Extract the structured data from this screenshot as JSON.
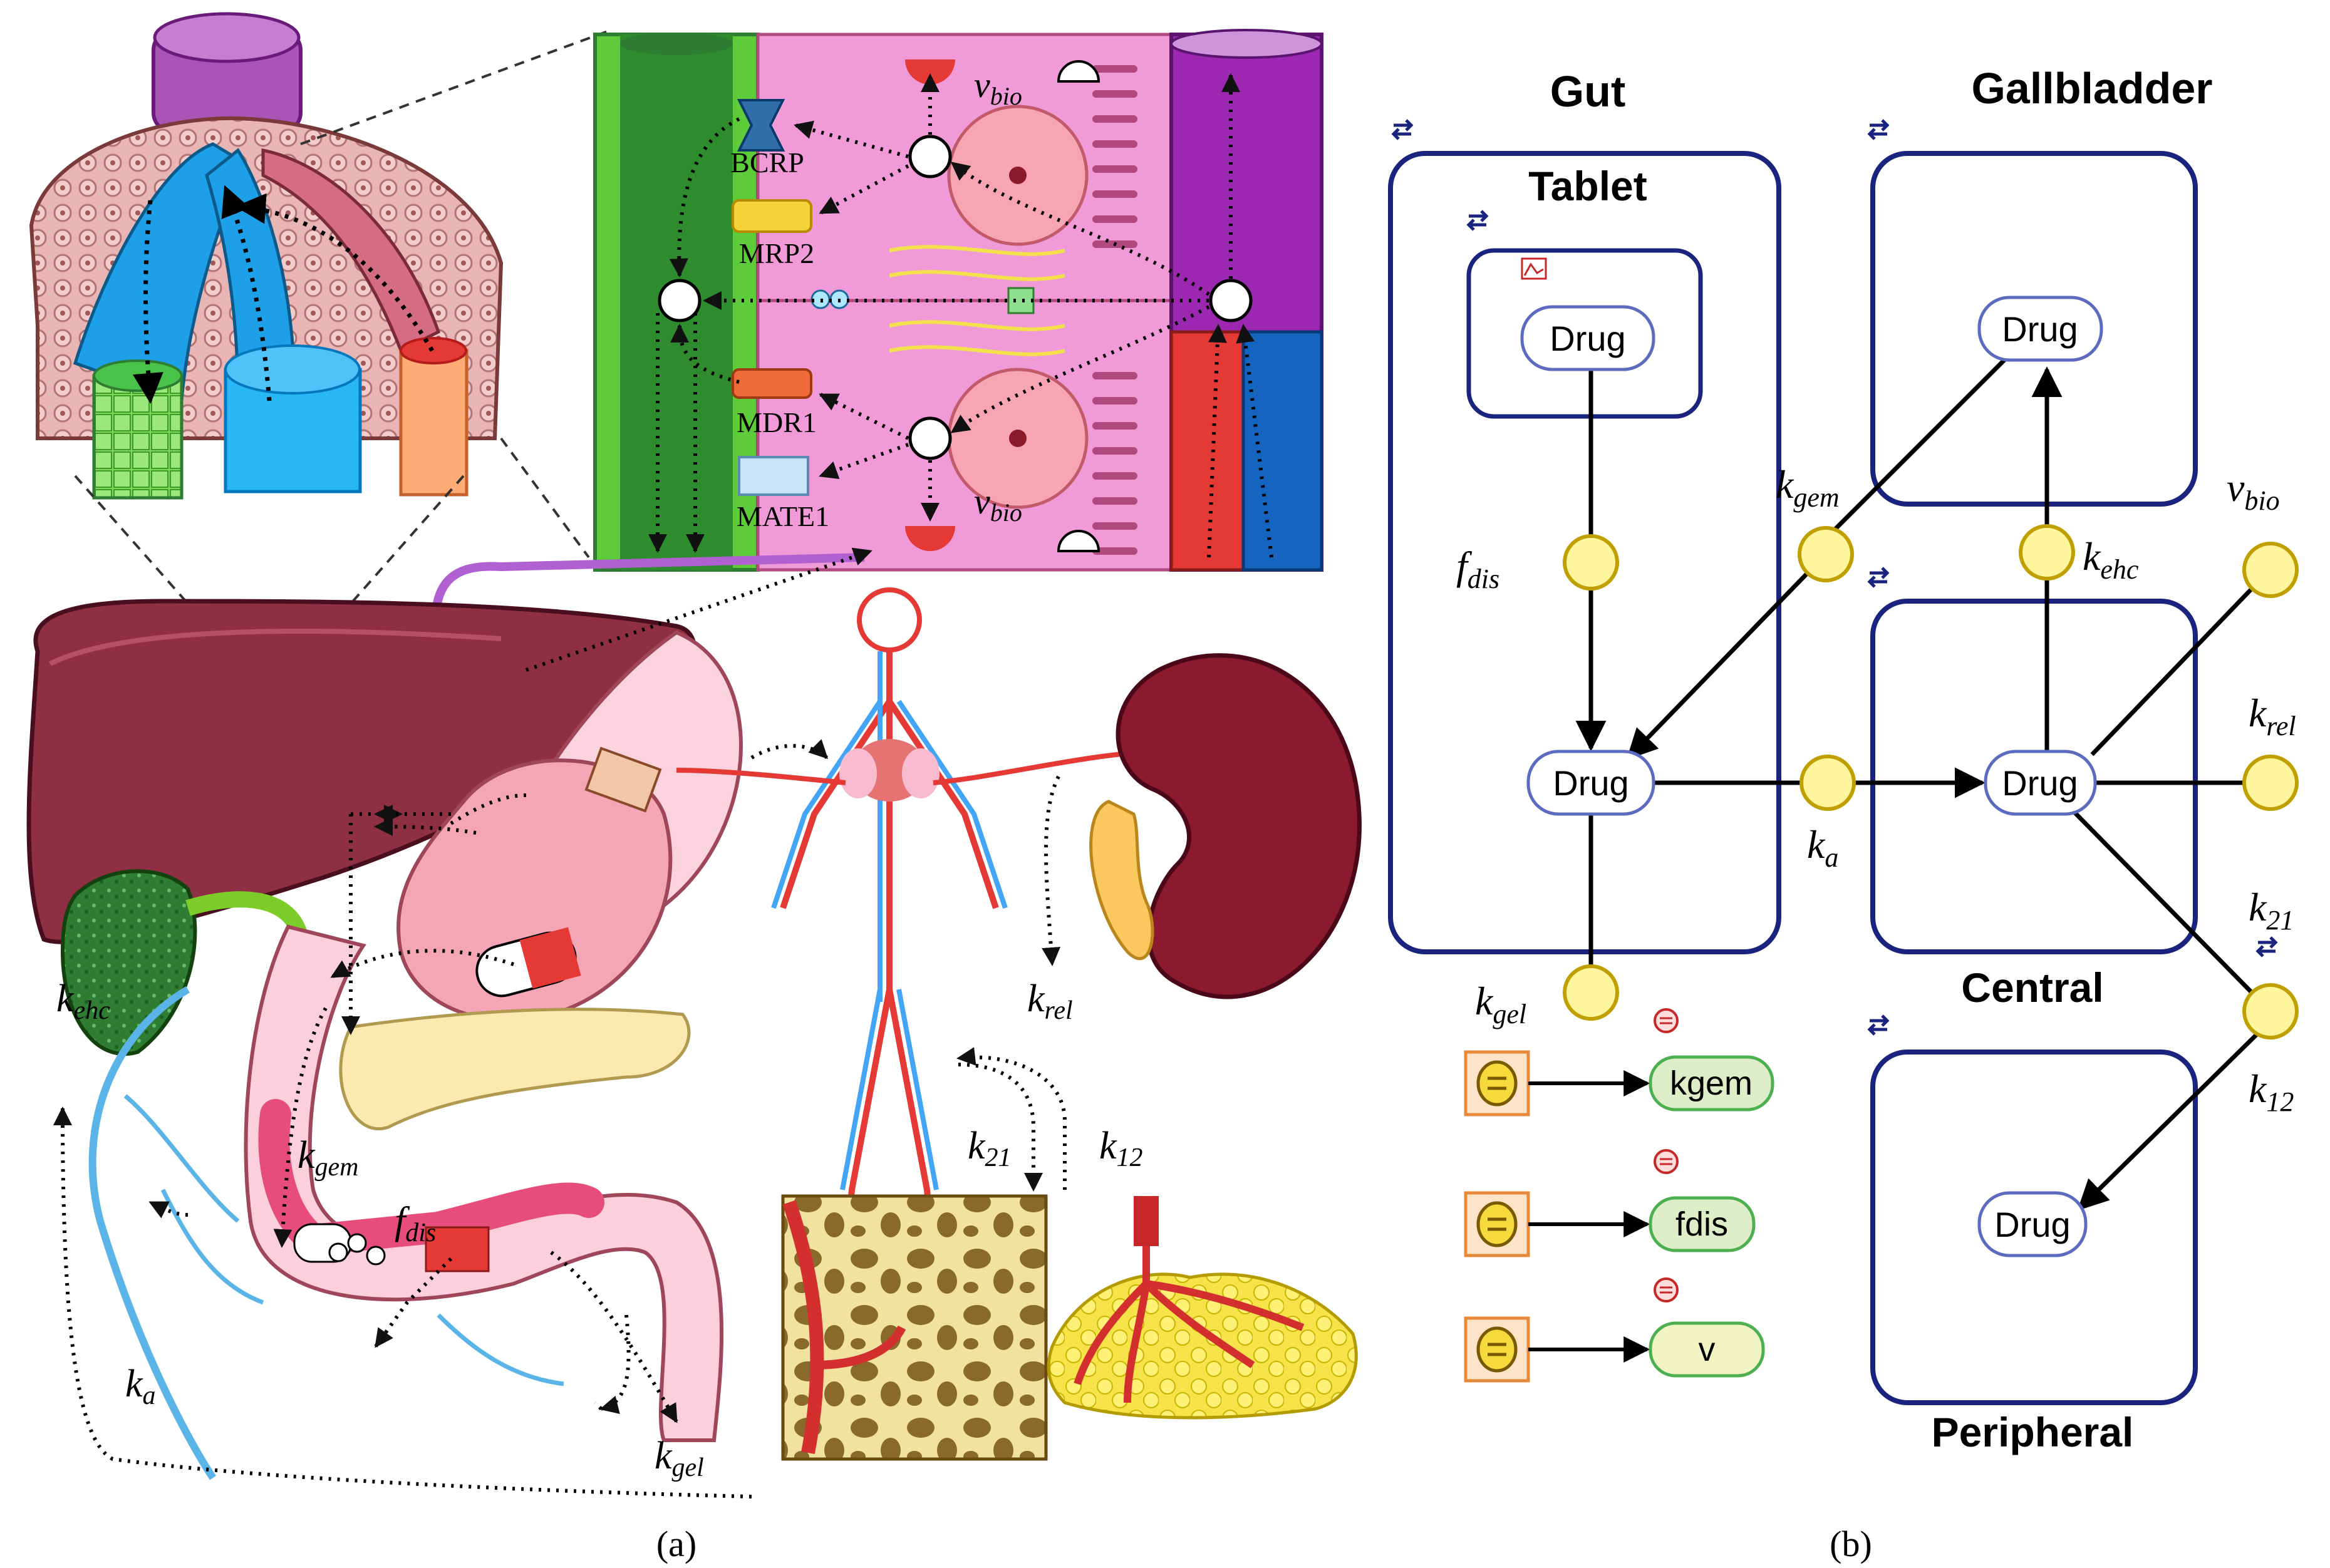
{
  "panel_a": {
    "caption": "(a)",
    "transporters": {
      "bcrp": "BCRP",
      "mrp2": "MRP2",
      "mdr1": "MDR1",
      "mate1": "MATE1"
    },
    "labels": {
      "v_bio": "v",
      "v_bio_sub": "bio",
      "k_ehc": "k",
      "k_ehc_sub": "ehc",
      "k_gem": "k",
      "k_gem_sub": "gem",
      "f_dis": "f",
      "f_dis_sub": "dis",
      "k_a": "k",
      "k_a_sub": "a",
      "k_gel": "k",
      "k_gel_sub": "gel",
      "k_rel": "k",
      "k_rel_sub": "rel",
      "k_21": "k",
      "k_21_sub": "21",
      "k_12": "k",
      "k_12_sub": "12"
    }
  },
  "panel_b": {
    "caption": "(b)",
    "compartments": {
      "gut": "Gut",
      "tablet": "Tablet",
      "gallbladder": "Gallbladder",
      "central": "Central",
      "peripheral": "Peripheral"
    },
    "species": {
      "tablet_drug": "Drug",
      "gut_drug": "Drug",
      "gallbladder_drug": "Drug",
      "central_drug": "Drug",
      "peripheral_drug": "Drug"
    },
    "params": {
      "f_dis": "f",
      "f_dis_sub": "dis",
      "k_gem": "k",
      "k_gem_sub": "gem",
      "k_ehc": "k",
      "k_ehc_sub": "ehc",
      "v_bio": "v",
      "v_bio_sub": "bio",
      "k_rel": "k",
      "k_rel_sub": "rel",
      "k_a": "k",
      "k_a_sub": "a",
      "k_21": "k",
      "k_21_sub": "21",
      "k_12": "k",
      "k_12_sub": "12",
      "k_gel": "k",
      "k_gel_sub": "gel"
    },
    "assignments": [
      "kgem",
      "fdis",
      "v"
    ],
    "colors": {
      "compartment_border": "#1a237e",
      "species_border": "#5c6bc0",
      "parameter_fill": "#fff59d",
      "parameter_border": "#c0a000",
      "assignment_fill": "#dcedc8",
      "assignment_border": "#4caf50",
      "equation_box": "#f4a460"
    }
  }
}
